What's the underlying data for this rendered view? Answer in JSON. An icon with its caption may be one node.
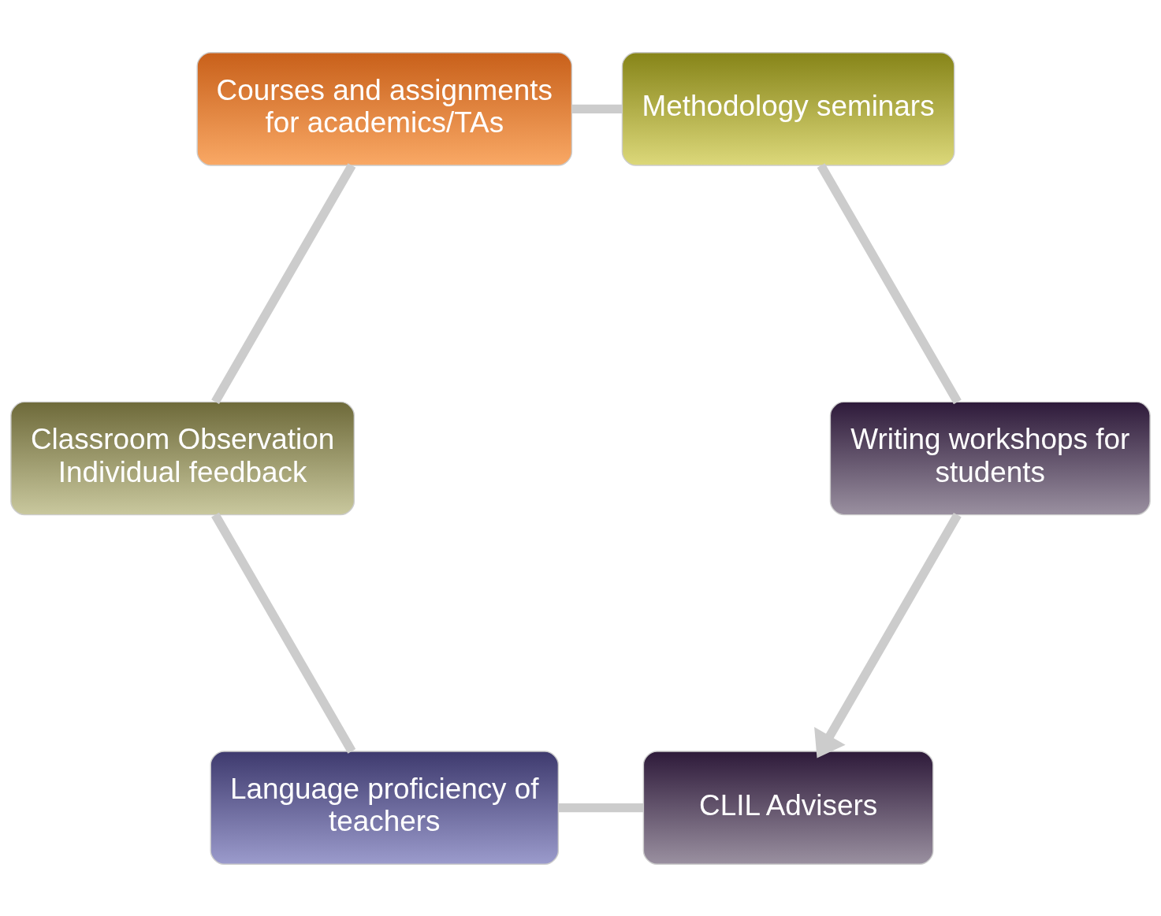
{
  "diagram": {
    "nodes": [
      {
        "text": [
          "CLIL Advisers"
        ]
      },
      {
        "text": [
          "Language proficiency of teachers"
        ]
      },
      {
        "text": [
          "Classroom Observation Individual feedback"
        ]
      },
      {
        "text": [
          "Courses and assignments for academics/TAs"
        ]
      },
      {
        "text": [
          "Methodology seminars"
        ]
      },
      {
        "text": [
          "Writing workshops for students"
        ]
      }
    ],
    "edges": [
      {
        "from": 0,
        "to": 1,
        "arrow": "none"
      },
      {
        "from": 1,
        "to": 2,
        "arrow": "none"
      },
      {
        "from": 2,
        "to": 3,
        "arrow": "none"
      },
      {
        "from": 3,
        "to": 4,
        "arrow": "none"
      },
      {
        "from": 4,
        "to": 5,
        "arrow": "none"
      },
      {
        "from": 5,
        "to": 0,
        "arrow": "to"
      }
    ]
  }
}
